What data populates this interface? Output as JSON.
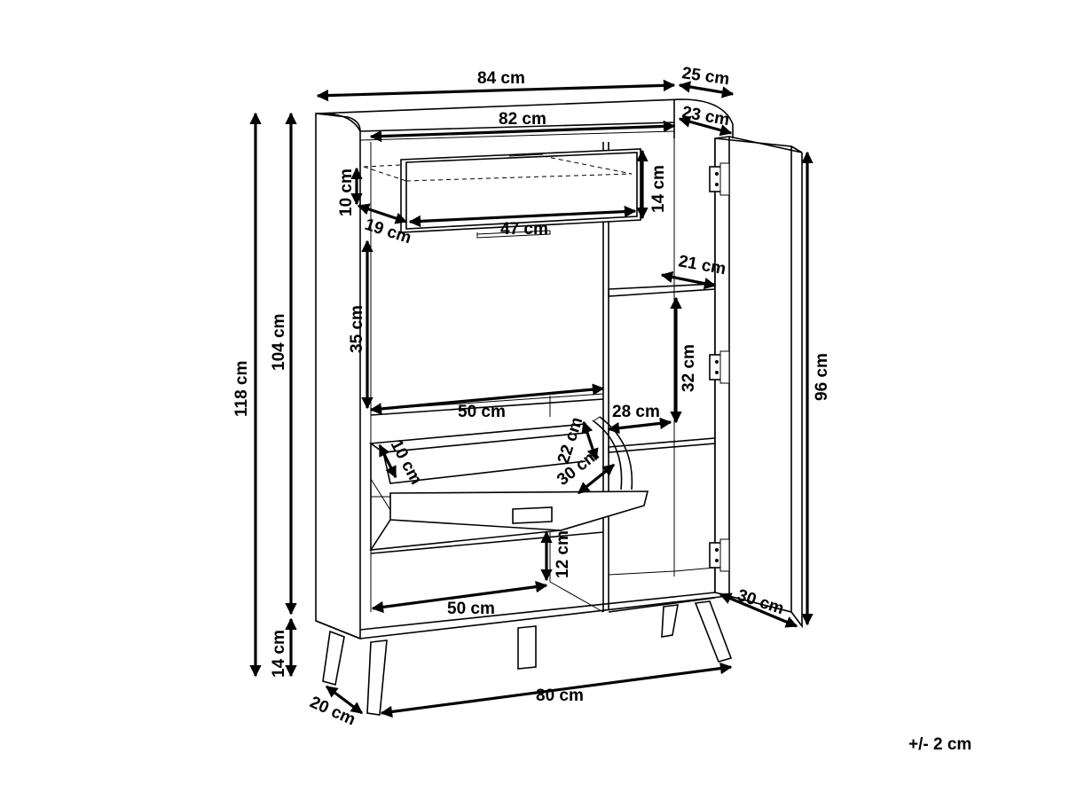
{
  "dimensions": {
    "total_width": "84 cm",
    "depth": "25 cm",
    "inner_width": "82 cm",
    "inner_depth": "23 cm",
    "drawer_height_inner": "10 cm",
    "drawer_depth": "19 cm",
    "drawer_width": "47 cm",
    "drawer_height": "14 cm",
    "top_shelf_depth": "21 cm",
    "open_compartment_height": "35 cm",
    "shelf_height": "32 cm",
    "total_height": "118 cm",
    "body_height": "104 cm",
    "door_height": "96 cm",
    "open_compartment_width": "50 cm",
    "shelf_depth": "28 cm",
    "shoe_flap_height": "22 cm",
    "shoe_flap_depth": "30 cm",
    "shoe_rack_depth": "10 cm",
    "bottom_compartment_height": "12 cm",
    "bottom_compartment_width": "50 cm",
    "door_width": "30 cm",
    "leg_height": "14 cm",
    "leg_depth": "20 cm",
    "leg_span": "80 cm"
  },
  "tolerance": "+/- 2 cm"
}
